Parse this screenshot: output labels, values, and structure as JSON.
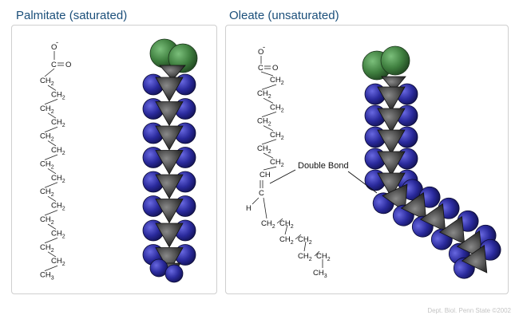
{
  "panels": {
    "left_title": "Palmitate (saturated)",
    "right_title": "Oleate (unsaturated)"
  },
  "formula": {
    "o_minus": "O",
    "minus": "-",
    "carboxyl_c": "C",
    "carbonyl_o": "O",
    "ch": "CH",
    "c": "C",
    "h": "H",
    "ch2_main": "CH",
    "ch2_sub": "2",
    "ch3_main": "CH",
    "ch3_sub": "3"
  },
  "annotation": {
    "double_bond": "Double Bond"
  },
  "footer": {
    "credit": "Dept. Biol. Penn State ©2002"
  },
  "colors": {
    "title": "#1b4f7a",
    "oxygen_green": "#3f7f3f",
    "hydrogen_blue": "#2a2a9c",
    "carbon_gray": "#3a3a3a",
    "panel_border": "#cfcfcf",
    "credit_gray": "#c4c4c4"
  },
  "icons": {
    "molecule_models": "space-filling-models"
  }
}
